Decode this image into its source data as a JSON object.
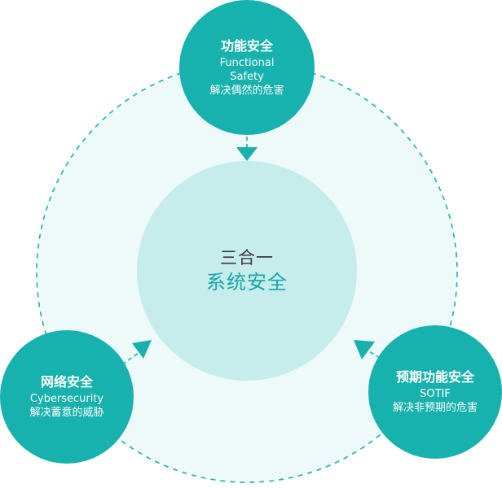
{
  "colors": {
    "accent": "#17b2ae",
    "center_fill": "#c6ecec",
    "ring_fill": "#eef9f9",
    "dash": "#17b2ae"
  },
  "center": {
    "line1": "三合一",
    "line2": "系统安全"
  },
  "nodes": {
    "top": {
      "title": "功能安全",
      "subtitle": "Functional Safety",
      "desc": "解决偶然的危害"
    },
    "left": {
      "title": "网络安全",
      "subtitle": "Cybersecurity",
      "desc": "解决蓄意的威胁"
    },
    "right": {
      "title": "预期功能安全",
      "subtitle": "SOTIF",
      "desc": "解决非预期的危害"
    }
  }
}
